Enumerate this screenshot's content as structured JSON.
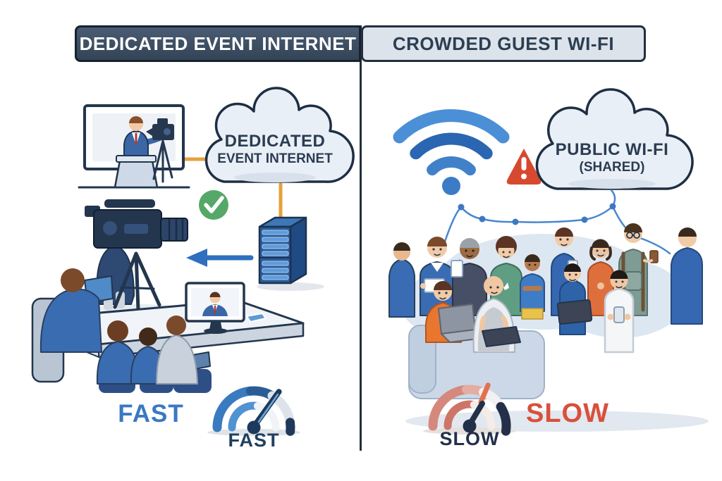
{
  "title": "Dedicated Event Internet vs Crowded Guest Wi-Fi comparison",
  "left_panel": {
    "header": "DEDICATED EVENT INTERNET",
    "header_bg": "#3d4f66",
    "header_text_color": "#ffffff",
    "cloud": {
      "line1": "DEDICATED",
      "line2": "EVENT INTERNET"
    },
    "status_icon": "green-checkmark",
    "connector_color": "#e6a13b",
    "speed_word": "FAST",
    "speed_word_color": "#3b78c2",
    "gauge_caption": "FAST",
    "gauge_caption_color": "#20405f",
    "gauge_arc_color": "#3a7abf"
  },
  "right_panel": {
    "header": "CROWDED GUEST WI-FI",
    "header_bg": "#dce3eb",
    "header_text_color": "#2c3e52",
    "cloud": {
      "line1": "PUBLIC WI-FI",
      "line2": "(SHARED)"
    },
    "status_icon": "red-warning-triangle",
    "wifi_color": "#2f6fbd",
    "wire_color": "#4a86cf",
    "speed_word": "SLOW",
    "speed_word_color": "#d8503a",
    "gauge_caption": "SLOW",
    "gauge_caption_color": "#22304a",
    "gauge_arc_color": "#d5897c"
  },
  "divider_color": "#232f3f"
}
